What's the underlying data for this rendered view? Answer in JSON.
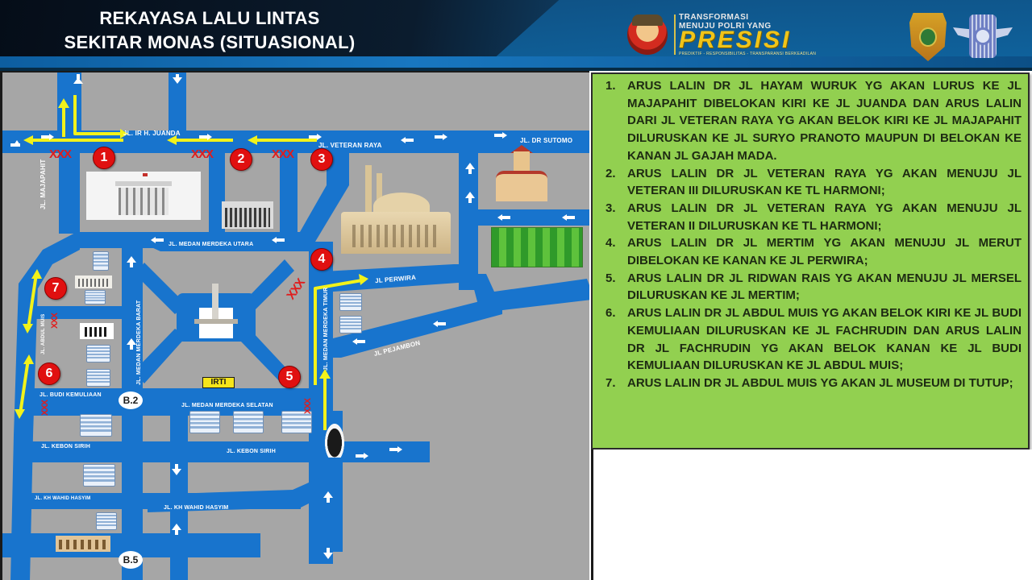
{
  "header": {
    "title_line1": "REKAYASA LALU LINTAS",
    "title_line2": "SEKITAR MONAS (SITUASIONAL)",
    "logo_presisi": {
      "top_line1": "TRANSFORMASI",
      "top_line2": "MENUJU POLRI YANG",
      "word": "PRESISI",
      "subtitle": "PREDIKTIF - RESPONSIBILITAS - TRANSPARANSI BERKEADILAN"
    },
    "badges": [
      "polda-metro-jaya-badge",
      "korlantas-badge"
    ]
  },
  "map": {
    "colors": {
      "background": "#a6a6a6",
      "road": "#1874cd",
      "arrow": "#ffffff",
      "route": "#f2f21a",
      "closure": "#e01c1c",
      "marker": "#e01010"
    },
    "streets": [
      {
        "id": "juanda",
        "label": "JL. IR H. JUANDA"
      },
      {
        "id": "veteran-raya",
        "label": "JL. VETERAN RAYA"
      },
      {
        "id": "dr-sutomo",
        "label": "JL. DR SUTOMO"
      },
      {
        "id": "majapahit",
        "label": "JL. MAJAPAHIT"
      },
      {
        "id": "medan-merdeka-utara",
        "label": "JL. MEDAN MERDEKA UTARA"
      },
      {
        "id": "perwira",
        "label": "JL PERWIRA"
      },
      {
        "id": "pejambon",
        "label": "JL PEJAMBON"
      },
      {
        "id": "medan-merdeka-timur",
        "label": "JL. MEDAN MERDEKA TIMUR"
      },
      {
        "id": "medan-merdeka-barat",
        "label": "JL. MEDAN MERDEKA BARAT"
      },
      {
        "id": "abdul-muis",
        "label": "JL. ABDUL MUIS"
      },
      {
        "id": "budi-kemuliaan",
        "label": "JL. BUDI KEMULIAAN"
      },
      {
        "id": "medan-merdeka-selatan",
        "label": "JL. MEDAN MERDEKA SELATAN"
      },
      {
        "id": "kebon-sirih-1",
        "label": "JL. KEBON SIRIH"
      },
      {
        "id": "kebon-sirih-2",
        "label": "JL. KEBON SIRIH"
      },
      {
        "id": "kh-wahid-hasyim-1",
        "label": "JL. KH WAHID HASYIM"
      },
      {
        "id": "kh-wahid-hasyim-2",
        "label": "JL. KH WAHID HASYIM"
      }
    ],
    "markers": [
      "1",
      "2",
      "3",
      "4",
      "5",
      "6",
      "7"
    ],
    "closure_symbol": "XXX",
    "bus_stops": [
      "B.2",
      "B.5"
    ],
    "irti_label": "IRTI"
  },
  "instructions": {
    "items": [
      {
        "num": "1.",
        "text": "ARUS LALIN DR JL HAYAM WURUK YG AKAN LURUS KE JL MAJAPAHIT DIBELOKAN KIRI KE JL JUANDA DAN ARUS LALIN DARI JL VETERAN RAYA YG AKAN BELOK KIRI KE JL MAJAPAHIT DILURUSKAN KE JL SURYO PRANOTO MAUPUN DI BELOKAN KE KANAN JL GAJAH MADA."
      },
      {
        "num": "2.",
        "text": "ARUS LALIN DR JL VETERAN RAYA YG AKAN MENUJU JL VETERAN III DILURUSKAN KE TL HARMONI;"
      },
      {
        "num": "3.",
        "text": "ARUS LALIN DR JL VETERAN RAYA YG AKAN MENUJU JL VETERAN II DILURUSKAN KE TL HARMONI;"
      },
      {
        "num": "4.",
        "text": "ARUS LALIN DR JL MERTIM YG AKAN MENUJU JL MERUT DIBELOKAN KE KANAN KE JL PERWIRA;"
      },
      {
        "num": "5.",
        "text": "ARUS LALIN DR JL RIDWAN RAIS YG AKAN MENUJU JL MERSEL DILURUSKAN KE JL MERTIM;"
      },
      {
        "num": "6.",
        "text": "ARUS LALIN DR JL ABDUL MUIS YG AKAN BELOK KIRI KE JL BUDI KEMULIAAN DILURUSKAN KE JL FACHRUDIN DAN ARUS LALIN DR JL FACHRUDIN YG AKAN BELOK KANAN KE JL BUDI KEMULIAAN DILURUSKAN KE JL ABDUL MUIS;"
      },
      {
        "num": "7.",
        "text": "ARUS LALIN DR JL ABDUL MUIS YG AKAN JL MUSEUM DI TUTUP;"
      }
    ]
  }
}
